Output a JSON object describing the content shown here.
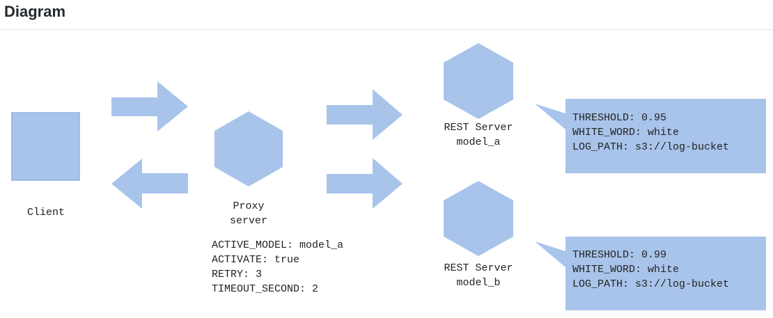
{
  "title": "Diagram",
  "colors": {
    "shape_fill": "#a8c4eb",
    "outline": "#8fb0e0",
    "text": "#222222"
  },
  "client": {
    "label": "Client"
  },
  "proxy": {
    "label_line1": "Proxy",
    "label_line2": "server",
    "config": [
      "ACTIVE_MODEL: model_a",
      "ACTIVATE: true",
      "RETRY: 3",
      "TIMEOUT_SECOND: 2"
    ]
  },
  "server_a": {
    "label_line1": "REST Server",
    "label_line2": "model_a",
    "config": [
      "THRESHOLD: 0.95",
      "WHITE_WORD: white",
      "LOG_PATH: s3://log-bucket"
    ]
  },
  "server_b": {
    "label_line1": "REST Server",
    "label_line2": "model_b",
    "config": [
      "THRESHOLD: 0.99",
      "WHITE_WORD: white",
      "LOG_PATH: s3://log-bucket"
    ]
  }
}
